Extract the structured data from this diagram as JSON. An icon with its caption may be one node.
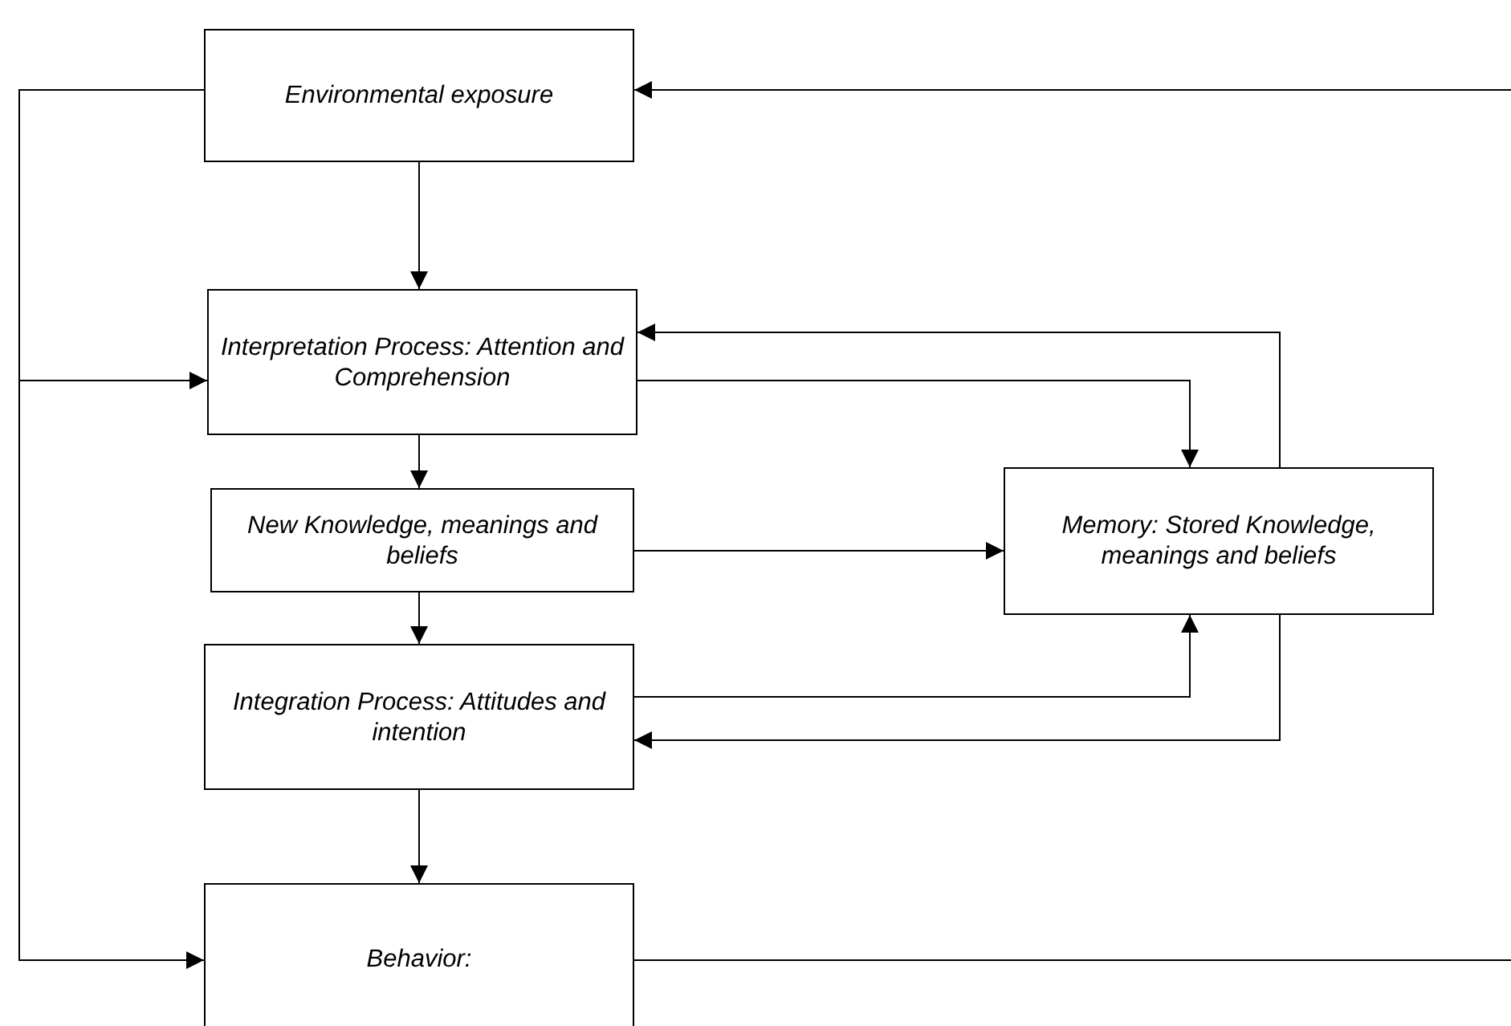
{
  "diagram": {
    "nodes": [
      {
        "text": [
          "Environmental exposure"
        ]
      },
      {
        "text": [
          "Interpretation Process: Attention and Comprehension"
        ]
      },
      {
        "text": [
          "New Knowledge, meanings and beliefs"
        ]
      },
      {
        "text": [
          "Memory: Stored Knowledge, meanings and beliefs"
        ]
      },
      {
        "text": [
          "Integration Process: Attitudes and intention"
        ]
      },
      {
        "text": [
          "Behavior:"
        ]
      }
    ],
    "edges": [
      {
        "from": 0,
        "to": 1,
        "arrow": "to"
      },
      {
        "from": 0,
        "to": 1,
        "arrow": "to"
      },
      {
        "from": 0,
        "to": 5,
        "arrow": "to"
      },
      {
        "from": 1,
        "to": 2,
        "arrow": "to"
      },
      {
        "from": 1,
        "to": 3,
        "arrow": "to"
      },
      {
        "from": 3,
        "to": 1,
        "arrow": "to"
      },
      {
        "from": 2,
        "to": 3,
        "arrow": "to"
      },
      {
        "from": 2,
        "to": 4,
        "arrow": "to"
      },
      {
        "from": 4,
        "to": 3,
        "arrow": "to"
      },
      {
        "from": 3,
        "to": 4,
        "arrow": "to"
      },
      {
        "from": 4,
        "to": 5,
        "arrow": "to"
      },
      {
        "from": 5,
        "to": null,
        "arrow": "none"
      },
      {
        "from": null,
        "to": 0,
        "arrow": "to"
      }
    ]
  }
}
